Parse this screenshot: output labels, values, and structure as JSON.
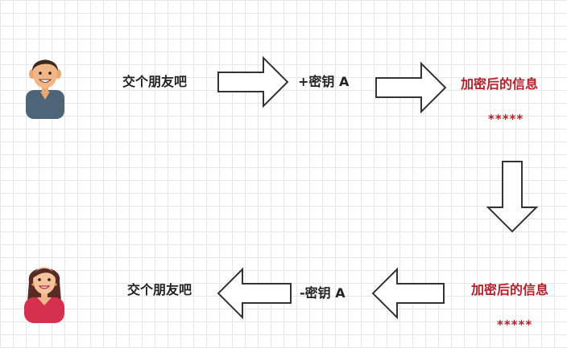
{
  "sender": {
    "avatar_icon": "man-avatar-icon",
    "plain_text": "交个朋友吧"
  },
  "encrypt_step": {
    "key_label": "+密钥 A"
  },
  "encrypted_top": {
    "label": "加密后的信息",
    "masked": "*****"
  },
  "encrypted_bottom": {
    "label": "加密后的信息",
    "masked": "*****"
  },
  "decrypt_step": {
    "key_label": "-密钥 A"
  },
  "receiver": {
    "avatar_icon": "woman-avatar-icon",
    "plain_text": "交个朋友吧"
  },
  "colors": {
    "accent_red": "#b2202a",
    "text_dark": "#222222",
    "arrow_stroke": "#333333"
  }
}
